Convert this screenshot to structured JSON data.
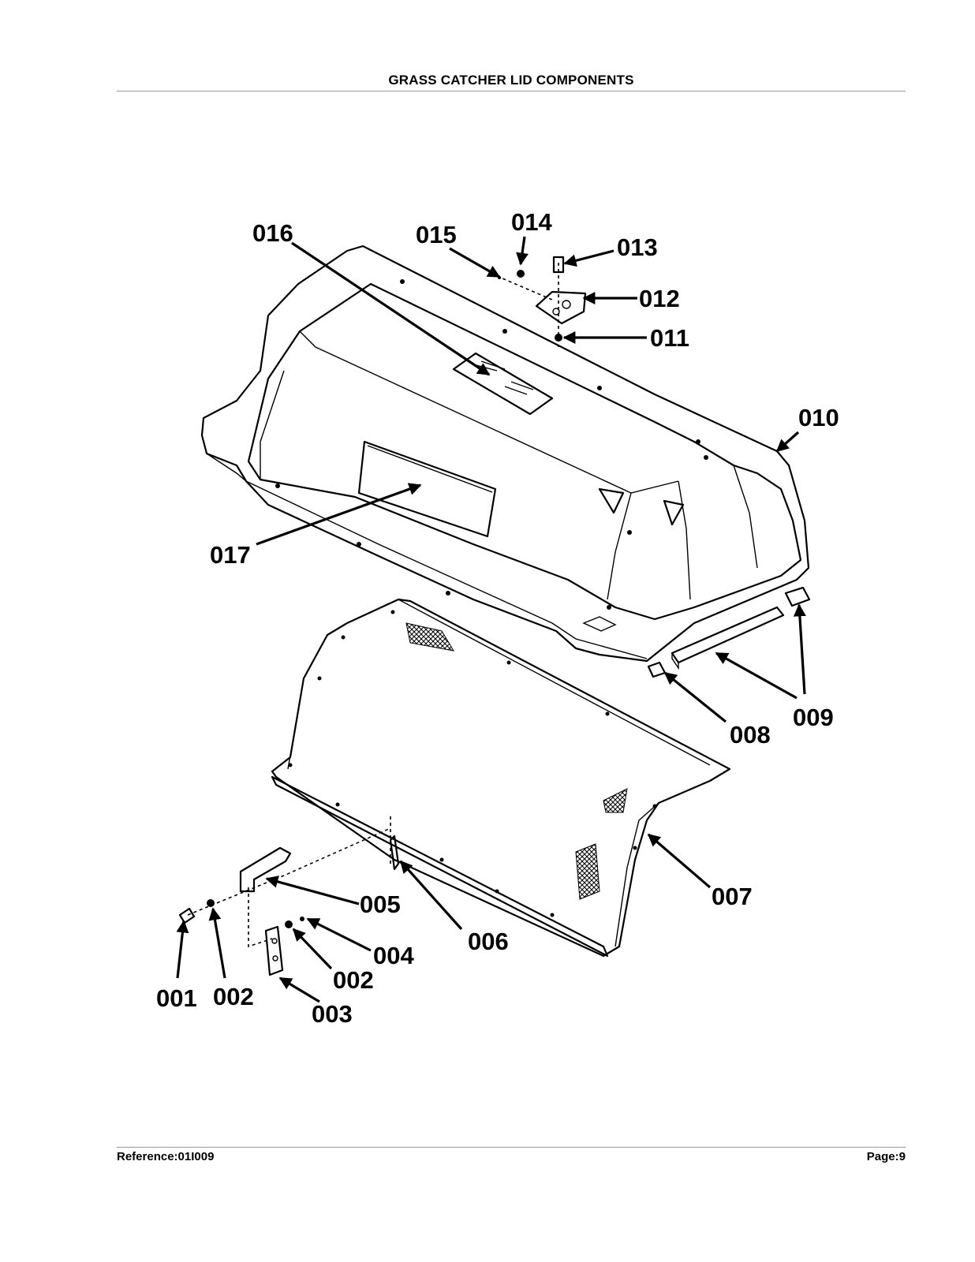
{
  "header": {
    "title": "GRASS CATCHER LID COMPONENTS"
  },
  "footer": {
    "reference": "Reference:01I009",
    "page": "Page:9"
  },
  "callouts": {
    "c001": "001",
    "c002a": "002",
    "c002b": "002",
    "c003": "003",
    "c004": "004",
    "c005": "005",
    "c006": "006",
    "c007": "007",
    "c008": "008",
    "c009": "009",
    "c010": "010",
    "c011": "011",
    "c012": "012",
    "c013": "013",
    "c014": "014",
    "c015": "015",
    "c016": "016",
    "c017": "017"
  }
}
